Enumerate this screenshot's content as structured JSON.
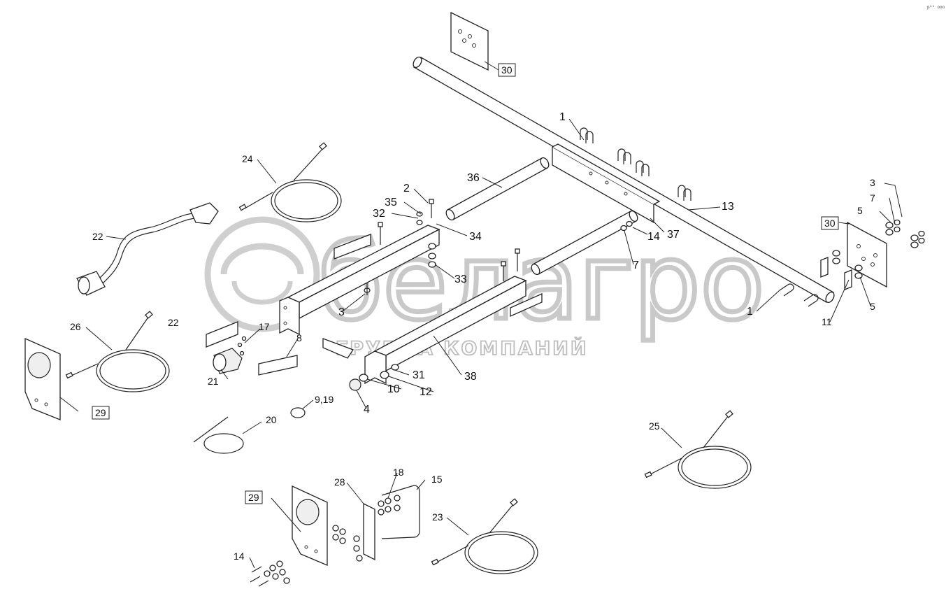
{
  "watermark": {
    "brand": "белагро",
    "tagline": "ГРУППА КОМПАНИЙ"
  },
  "corner_code": "р¹¹ ооо",
  "callouts": [
    {
      "id": "c1a",
      "text": "1"
    },
    {
      "id": "c1b",
      "text": "1"
    },
    {
      "id": "c2",
      "text": "2"
    },
    {
      "id": "c3a",
      "text": "3"
    },
    {
      "id": "c3b",
      "text": "3"
    },
    {
      "id": "c4",
      "text": "4"
    },
    {
      "id": "c5a",
      "text": "5"
    },
    {
      "id": "c5b",
      "text": "5"
    },
    {
      "id": "c7a",
      "text": "7"
    },
    {
      "id": "c7b",
      "text": "7"
    },
    {
      "id": "c8",
      "text": "8"
    },
    {
      "id": "c919",
      "text": "9,19"
    },
    {
      "id": "c10",
      "text": "10"
    },
    {
      "id": "c11",
      "text": "11"
    },
    {
      "id": "c12",
      "text": "12"
    },
    {
      "id": "c13",
      "text": "13"
    },
    {
      "id": "c14a",
      "text": "14"
    },
    {
      "id": "c14b",
      "text": "14"
    },
    {
      "id": "c15",
      "text": "15"
    },
    {
      "id": "c17",
      "text": "17"
    },
    {
      "id": "c18",
      "text": "18"
    },
    {
      "id": "c20",
      "text": "20"
    },
    {
      "id": "c21",
      "text": "21"
    },
    {
      "id": "c22a",
      "text": "22"
    },
    {
      "id": "c22b",
      "text": "22"
    },
    {
      "id": "c23",
      "text": "23"
    },
    {
      "id": "c24",
      "text": "24"
    },
    {
      "id": "c25",
      "text": "25"
    },
    {
      "id": "c26",
      "text": "26"
    },
    {
      "id": "c28",
      "text": "28"
    },
    {
      "id": "c31",
      "text": "31"
    },
    {
      "id": "c32",
      "text": "32"
    },
    {
      "id": "c33",
      "text": "33"
    },
    {
      "id": "c34",
      "text": "34"
    },
    {
      "id": "c35",
      "text": "35"
    },
    {
      "id": "c36",
      "text": "36"
    },
    {
      "id": "c37",
      "text": "37"
    },
    {
      "id": "c38",
      "text": "38"
    }
  ],
  "boxed_refs": [
    {
      "id": "b30a",
      "text": "30"
    },
    {
      "id": "b30b",
      "text": "30"
    },
    {
      "id": "b29a",
      "text": "29"
    },
    {
      "id": "b29b",
      "text": "29"
    }
  ]
}
